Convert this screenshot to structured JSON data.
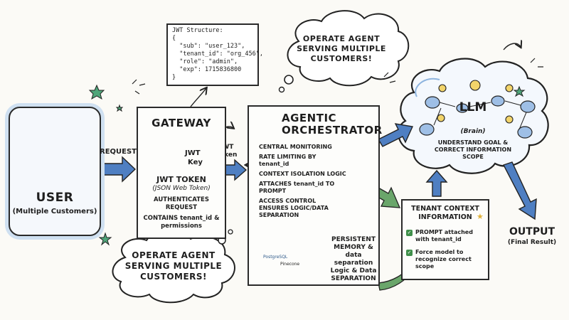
{
  "user": {
    "title": "USER",
    "subtitle": "(Multiple Customers)",
    "request_label": "REQUEST"
  },
  "gateway": {
    "title": "GATEWAY",
    "key_label_1": "JWT",
    "key_label_2": "Key",
    "token_title": "JWT TOKEN",
    "token_subtitle": "(JSON Web Token)",
    "text_1": "AUTHENTICATES REQUEST",
    "text_2": "CONTAINS tenant_id & permissions"
  },
  "jwt_structure": {
    "text": "JWT Structure:\n{\n  \"sub\": \"user_123\",\n  \"tenant_id\": \"org_456\",\n  \"role\": \"admin\",\n  \"exp\": 1715836800\n}"
  },
  "jwt_token_label": "JWT\nToken",
  "orchestrator": {
    "title": "AGENTIC ORCHESTRATOR",
    "items": [
      "CENTRAL MONITORING",
      "RATE LIMITING BY tenant_id",
      "CONTEXT ISOLATION LOGIC",
      "ATTACHES tenant_id TO PROMPT",
      "ACCESS CONTROL ENSURES LOGIC/DATA SEPARATION"
    ],
    "memory_text": "PERSISTENT MEMORY & data separation",
    "logic_text": "Logic & Data SEPARATION",
    "db_labels": [
      "PostgreSQL",
      "Pinecone"
    ]
  },
  "clouds": {
    "top": "OPERATE AGENT SERVING MULTIPLE CUSTOMERS!",
    "bottom": "OPERATE AGENT SERVING MULTIPLE CUSTOMERS!"
  },
  "llm": {
    "title": "LLM",
    "subtitle": "(Brain)",
    "description": "UNDERSTAND GOAL & CORRECT INFORMATION SCOPE"
  },
  "tenant_context": {
    "title": "TENANT CONTEXT INFORMATION",
    "items": [
      "PROMPT attached with tenant_id",
      "Force model to recognize correct scope"
    ]
  },
  "output": {
    "title": "OUTPUT",
    "subtitle": "(Final Result)"
  },
  "colors": {
    "arrow_blue": "#4f7fc2",
    "arrow_green": "#6aa66b",
    "accent_green": "#3f8f4a",
    "star_yellow": "#e0b13a"
  }
}
